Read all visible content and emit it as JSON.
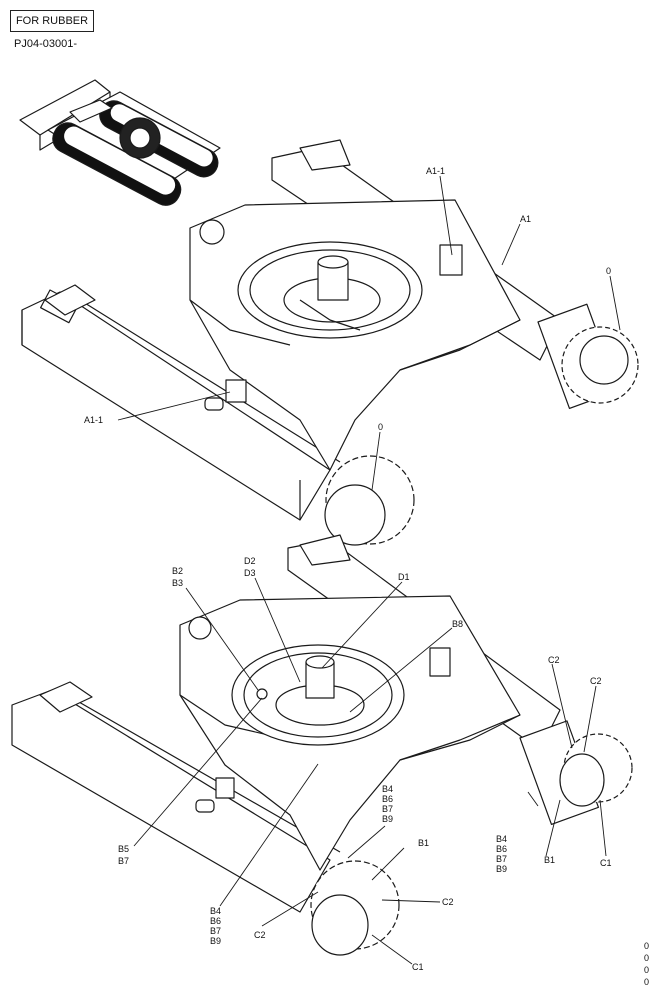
{
  "header": {
    "tag": "FOR RUBBER",
    "code": "PJ04-03001-"
  },
  "labels": {
    "a1_1_top": "A1-1",
    "a1": "A1",
    "zero_right": "0",
    "a1_1_left": "A1-1",
    "zero_bottom": "0",
    "b2": "B2",
    "b3": "B3",
    "d2": "D2",
    "d3": "D3",
    "d1": "D1",
    "b8": "B8",
    "c2_a": "C2",
    "c2_b": "C2",
    "b4_group_a": [
      "B4",
      "B6",
      "B7",
      "B9"
    ],
    "b1_a": "B1",
    "b4_group_b": [
      "B4",
      "B6",
      "B7",
      "B9"
    ],
    "b1_b": "B1",
    "c1_a": "C1",
    "b5": "B5",
    "b7": "B7",
    "c2_c": "C2",
    "b4_group_c": [
      "B4",
      "B6",
      "B7",
      "B9"
    ],
    "c2_d": "C2",
    "c1_b": "C1"
  },
  "corner_code": [
    "0",
    "0",
    "0",
    "0"
  ]
}
